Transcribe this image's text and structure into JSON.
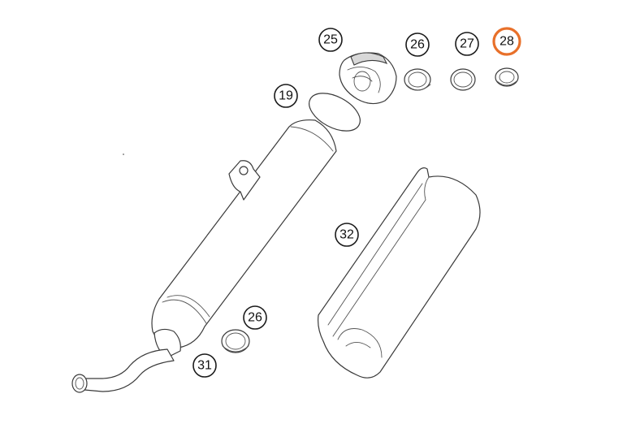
{
  "callouts": [
    {
      "id": "c25",
      "label": "25",
      "highlighted": false
    },
    {
      "id": "c26a",
      "label": "26",
      "highlighted": false
    },
    {
      "id": "c27",
      "label": "27",
      "highlighted": false
    },
    {
      "id": "c28",
      "label": "28",
      "highlighted": true
    },
    {
      "id": "c19",
      "label": "19",
      "highlighted": false
    },
    {
      "id": "c32",
      "label": "32",
      "highlighted": false
    },
    {
      "id": "c26b",
      "label": "26",
      "highlighted": false
    },
    {
      "id": "c31",
      "label": "31",
      "highlighted": false
    }
  ],
  "colors": {
    "highlight": "#e8702a",
    "line": "#3a3a3a"
  }
}
